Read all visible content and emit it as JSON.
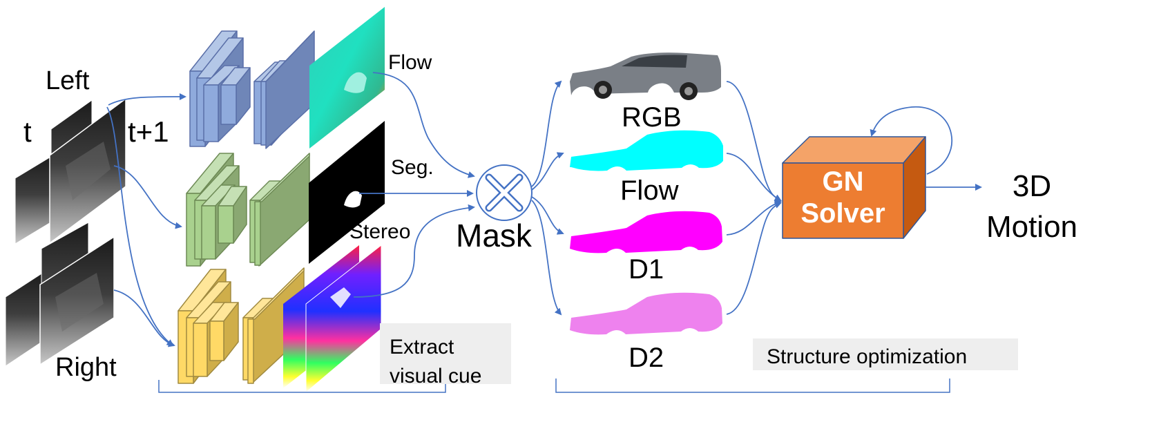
{
  "inputs": {
    "left_label": "Left",
    "right_label": "Right",
    "t_label": "t",
    "t1_label": "t+1"
  },
  "cues": {
    "flow_label": "Flow",
    "seg_label": "Seg.",
    "stereo_label": "Stereo",
    "caption": "Extract\nvisual cue"
  },
  "mask": {
    "label": "Mask"
  },
  "objects": {
    "rgb": "RGB",
    "flow": "Flow",
    "d1": "D1",
    "d2": "D2"
  },
  "solver": {
    "label": "GN\nSolver",
    "caption": "Structure optimization"
  },
  "output": {
    "label": "3D\nMotion"
  },
  "colors": {
    "arrow": "#4472c4",
    "blue_block": "#8faadc",
    "green_block": "#a9d18e",
    "yellow_block": "#ffd966",
    "solver_front": "#ed7d31",
    "solver_top": "#f4a368",
    "solver_side": "#c55a11",
    "flow_object": "#00ffff",
    "d1_object": "#ff00ff",
    "d2_object": "#ee82ee",
    "caption_bg": "#eeeeee"
  }
}
